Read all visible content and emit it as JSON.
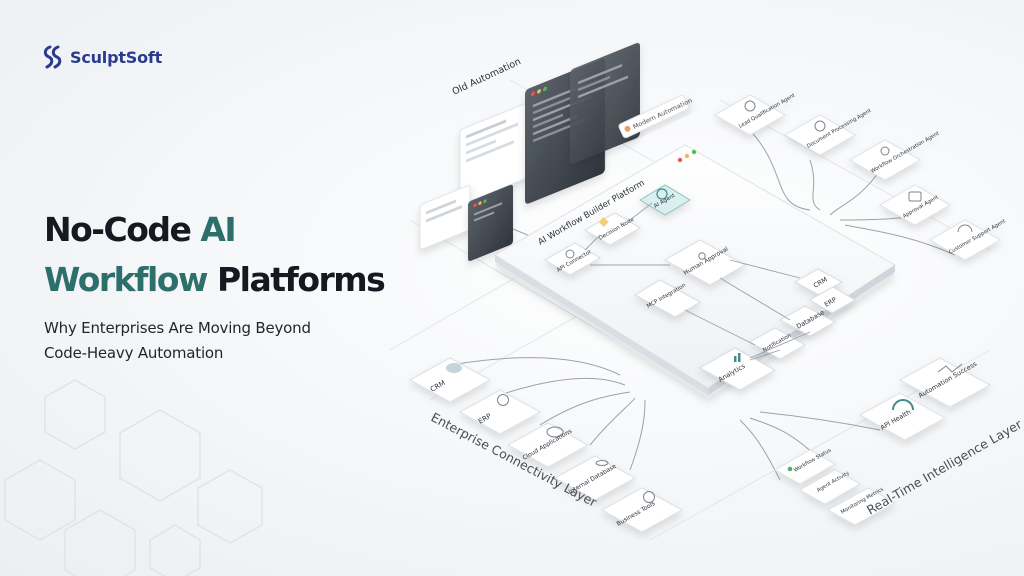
{
  "brand": {
    "name": "SculptSoft"
  },
  "hero": {
    "title_part1": "No-Code ",
    "title_part2": "AI",
    "title_part3": "Workflow",
    "title_part4": " Platforms",
    "subtitle_line1": "Why Enterprises Are Moving Beyond",
    "subtitle_line2": "Code-Heavy Automation"
  },
  "colors": {
    "brand_blue": "#2b3a8f",
    "accent_green": "#2c6f6b",
    "text_dark": "#141a1f"
  },
  "diagram": {
    "old_automation": "Old Automation",
    "modern_automation": "Modern Automation",
    "platform_title": "AI Workflow Builder Platform",
    "nodes": {
      "ai_agent": "AI Agent",
      "decision_node": "Decision Node",
      "api_connector": "API Connector",
      "human_approval": "Human Approval",
      "mcp_integration": "MCP Integration",
      "crm": "CRM",
      "erp": "ERP",
      "database": "Database",
      "notification": "Notification",
      "analytics": "Analytics"
    },
    "agents": [
      "Lead Qualification Agent",
      "Document Processing Agent",
      "Workflow Orchestration Agent",
      "Approval Agent",
      "Customer Support Agent"
    ],
    "connectivity_layer": {
      "title": "Enterprise Connectivity Layer",
      "items": [
        "CRM",
        "ERP",
        "Cloud Applications",
        "Internal Database",
        "Business Tools"
      ]
    },
    "intelligence_layer": {
      "title": "Real-Time Intelligence Layer",
      "items": [
        "Workflow Status",
        "Agent Activity",
        "Monitoring Metrics",
        "API Health",
        "Automation Success"
      ]
    }
  }
}
